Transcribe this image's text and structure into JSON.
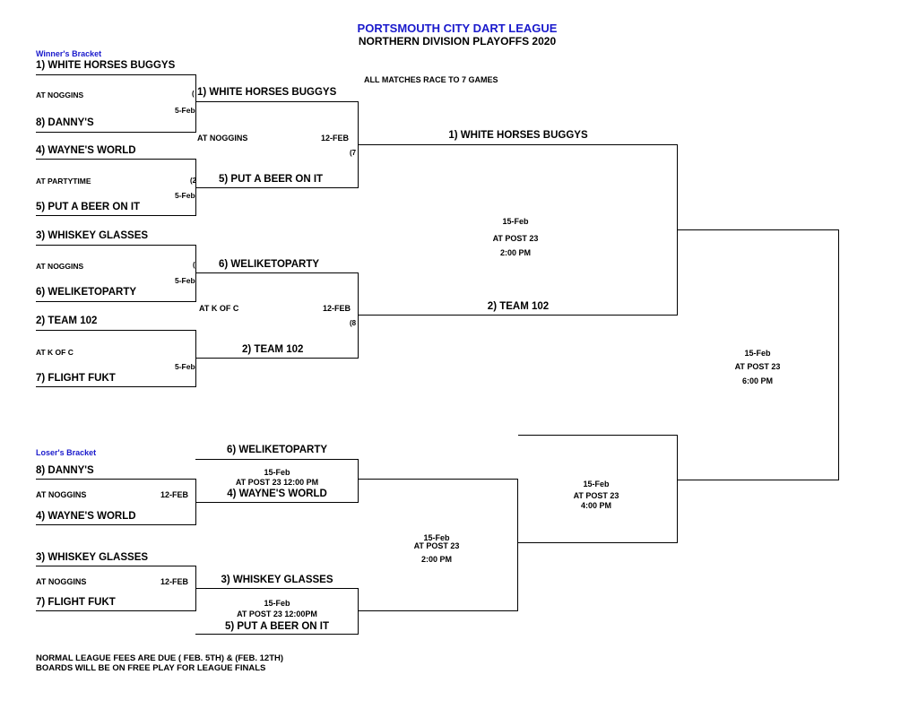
{
  "header": {
    "title": "PORTSMOUTH CITY DART LEAGUE",
    "subtitle": "NORTHERN DIVISION PLAYOFFS  2020",
    "race_note": "ALL MATCHES RACE TO 7 GAMES"
  },
  "winners": {
    "label": "Winner's Bracket",
    "r1": [
      {
        "top": "1) WHITE HORSES BUGGYS",
        "venue": "AT NOGGINS",
        "date": "5-Feb",
        "bottom": "8) DANNY'S"
      },
      {
        "top": "4) WAYNE'S WORLD",
        "venue": "AT PARTYTIME",
        "date": "5-Feb",
        "bottom": "5) PUT A BEER ON IT"
      },
      {
        "top": "3) WHISKEY GLASSES",
        "venue": "AT NOGGINS",
        "date": "5-Feb",
        "bottom": "6) WELIKETOPARTY"
      },
      {
        "top": "2) TEAM 102",
        "venue": "AT K OF C",
        "date": "5-Feb",
        "bottom": "7) FLIGHT FUKT"
      }
    ],
    "r2": [
      {
        "top": "1) WHITE HORSES BUGGYS",
        "venue": "AT NOGGINS",
        "date": "12-FEB",
        "bottom": "5) PUT A BEER ON IT"
      },
      {
        "top": "6) WELIKETOPARTY",
        "venue": "AT K OF C",
        "date": "12-FEB",
        "bottom": "2) TEAM 102"
      }
    ],
    "final": {
      "top": "1) WHITE HORSES BUGGYS",
      "date": "15-Feb",
      "venue": "AT POST 23",
      "time": "2:00 PM",
      "bottom": "2) TEAM 102"
    },
    "championship": {
      "date": "15-Feb",
      "venue": "AT POST 23",
      "time": "6:00 PM"
    }
  },
  "losers": {
    "label": "Loser's Bracket",
    "r1": [
      {
        "top": "8) DANNY'S",
        "venue": "AT NOGGINS",
        "date": "12-FEB",
        "bottom": "4) WAYNE'S WORLD"
      },
      {
        "top": "3) WHISKEY GLASSES",
        "venue": "AT NOGGINS",
        "date": "12-FEB",
        "bottom": "7) FLIGHT FUKT"
      }
    ],
    "r2": [
      {
        "top": "6) WELIKETOPARTY",
        "date": "15-Feb",
        "venue_time": "AT POST 23 12:00 PM",
        "bottom": "4) WAYNE'S WORLD"
      },
      {
        "top": "3) WHISKEY GLASSES",
        "date": "15-Feb",
        "venue_time": "AT POST 23   12:00PM",
        "bottom": "5) PUT A BEER ON IT"
      }
    ],
    "semi": {
      "date": "15-Feb",
      "venue": "AT POST 23",
      "time": "2:00 PM"
    },
    "final": {
      "date": "15-Feb",
      "venue": "AT POST 23",
      "time": "4:00 PM"
    }
  },
  "footer": {
    "line1": "NORMAL LEAGUE FEES ARE DUE ( FEB. 5TH) & (FEB. 12TH)",
    "line2": "BOARDS WILL BE ON FREE PLAY FOR LEAGUE FINALS"
  },
  "fragments": {
    "a": "(",
    "b": "(2",
    "c": "(",
    "d": "(7",
    "e": "(8"
  }
}
